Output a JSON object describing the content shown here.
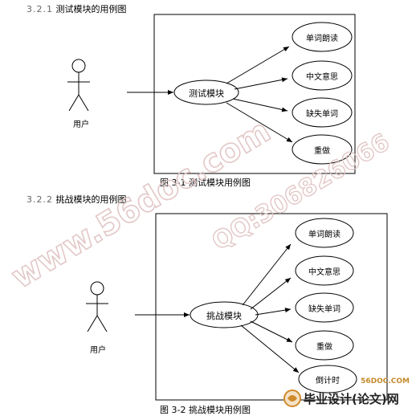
{
  "section1": {
    "heading_num": "3.2.1",
    "heading_text": "测试模块的用例图",
    "actor": "用户",
    "module": "测试模块",
    "use_cases": [
      "单词朗读",
      "中文意思",
      "缺失单词",
      "重做"
    ],
    "caption": "图 3-1  测试模块用例图"
  },
  "section2": {
    "heading_num": "3.2.2",
    "heading_text": "挑战模块的用例图",
    "actor": "用户",
    "module": "挑战模块",
    "use_cases": [
      "单词朗读",
      "中文意思",
      "缺失单词",
      "重做",
      "倒计时"
    ],
    "caption": "图 3-2  挑战模块用例图"
  },
  "watermarks": {
    "site": "www.56doc.com",
    "qq": "QQ:306826066",
    "corner_site": "56DOC.COM",
    "corner_brand": "毕业设计(论文)网"
  }
}
